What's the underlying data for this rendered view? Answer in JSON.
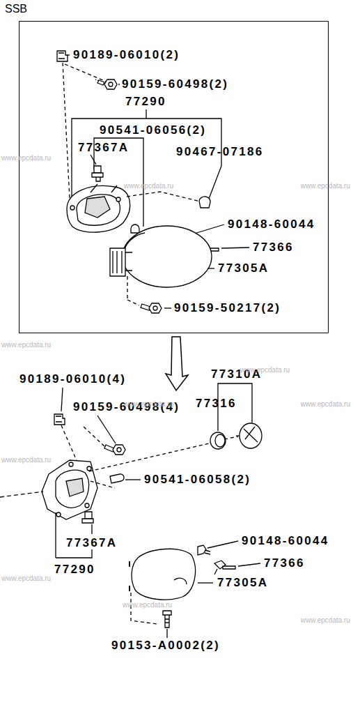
{
  "diagram": {
    "nodes": [
      {
        "text": [
          "SSB"
        ]
      }
    ],
    "labels": [
      "90189-06010(2)",
      "90159-60498(2)",
      "77290",
      "90541-06056(2)",
      "77367A",
      "90467-07186",
      "90148-60044",
      "77366",
      "77305A",
      "90159-50217(2)",
      "90189-06010(4)",
      "90159-60498(4)",
      "77310A",
      "77316",
      "90541-06058(2)",
      "77367A",
      "77290",
      "90148-60044",
      "77366",
      "77305A",
      "90153-A0002(2)",
      "www.epcdata.ru",
      "www.epcdata.ru",
      "www.epcdata.ru",
      "www.epcdata.ru",
      "www.epcdata.ru",
      "www.epcdata.ru",
      "www.epcdata.ru",
      "www.epcdata.ru",
      "www.epcdata.ru",
      "www.epcdata.ru",
      "www.epcdata.ru"
    ]
  }
}
